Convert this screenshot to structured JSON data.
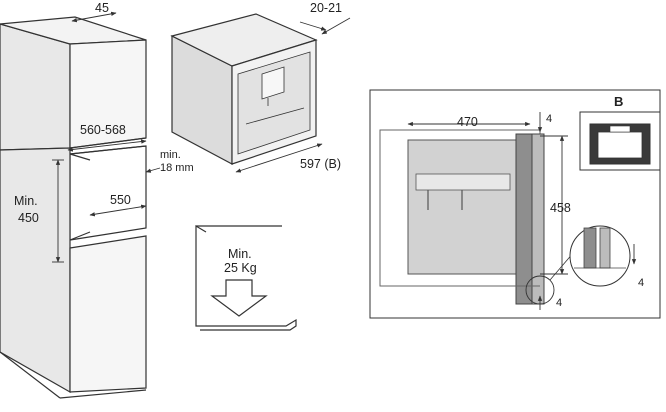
{
  "colors": {
    "line": "#333333",
    "fill_light": "#e6e6e6",
    "fill_mid": "#d4d4d4",
    "fill_dark": "#9a9a9a",
    "panel_bg": "#ededed"
  },
  "cabinet": {
    "dim_top_depth": "45",
    "dim_niche_width": "560-568",
    "dim_niche_depth": "550",
    "dim_min_label": "Min.",
    "dim_min_value": "450",
    "dim_shelf_label": "min.",
    "dim_shelf_value": "18 mm"
  },
  "appliance": {
    "dim_front_offset": "20-21",
    "dim_width": "597 (B)"
  },
  "load": {
    "label": "Min.",
    "value": "25 Kg"
  },
  "detail": {
    "view_label": "B",
    "dim_width": "470",
    "dim_height": "458",
    "dim_gap_top": "4",
    "dim_gap_side": "4",
    "dim_gap_bottom": "4"
  }
}
